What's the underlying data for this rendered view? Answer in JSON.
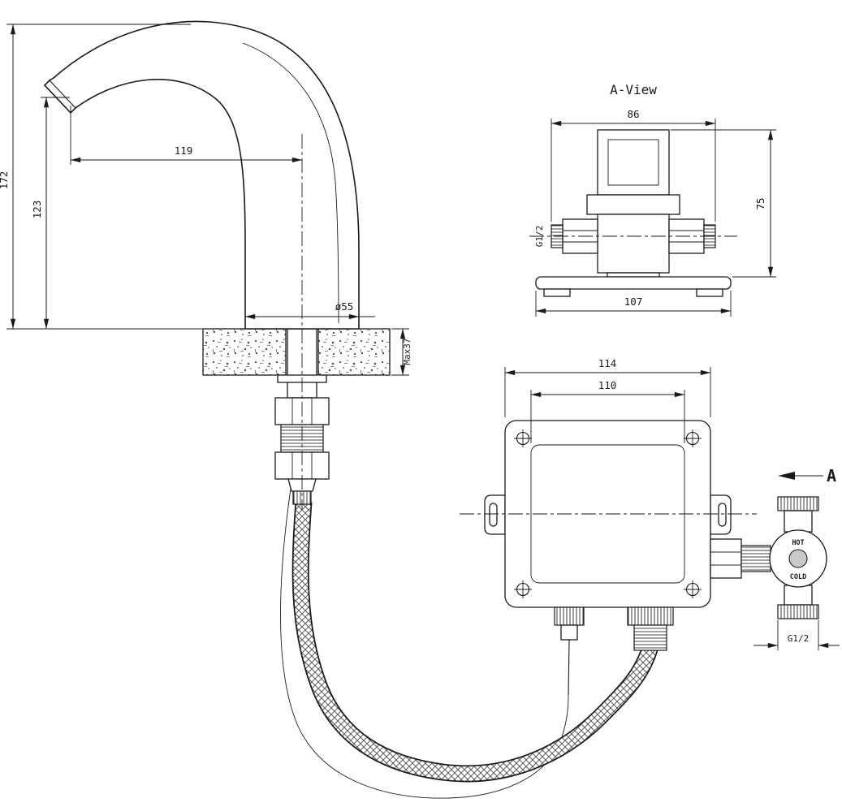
{
  "colors": {
    "line": "#1a1a1a",
    "background": "#ffffff",
    "hub_fill": "#c9c9c9"
  },
  "faucet_view": {
    "dim_total_height": "172",
    "dim_spout_height": "123",
    "dim_spout_reach": "119",
    "dim_base_diameter": "ø55",
    "dim_max_counter_thickness": "Max37"
  },
  "a_view": {
    "title": "A-View",
    "dim_body_width": "86",
    "dim_body_height": "75",
    "dim_base_width": "107",
    "inlet_thread_label": "G1/2"
  },
  "control_box_view": {
    "dim_outer_width": "114",
    "dim_mount_width": "110",
    "section_arrow_label": "A"
  },
  "mixing_valve": {
    "hot_label": "HOT",
    "cold_label": "COLD",
    "outlet_thread_label": "G1/2"
  }
}
